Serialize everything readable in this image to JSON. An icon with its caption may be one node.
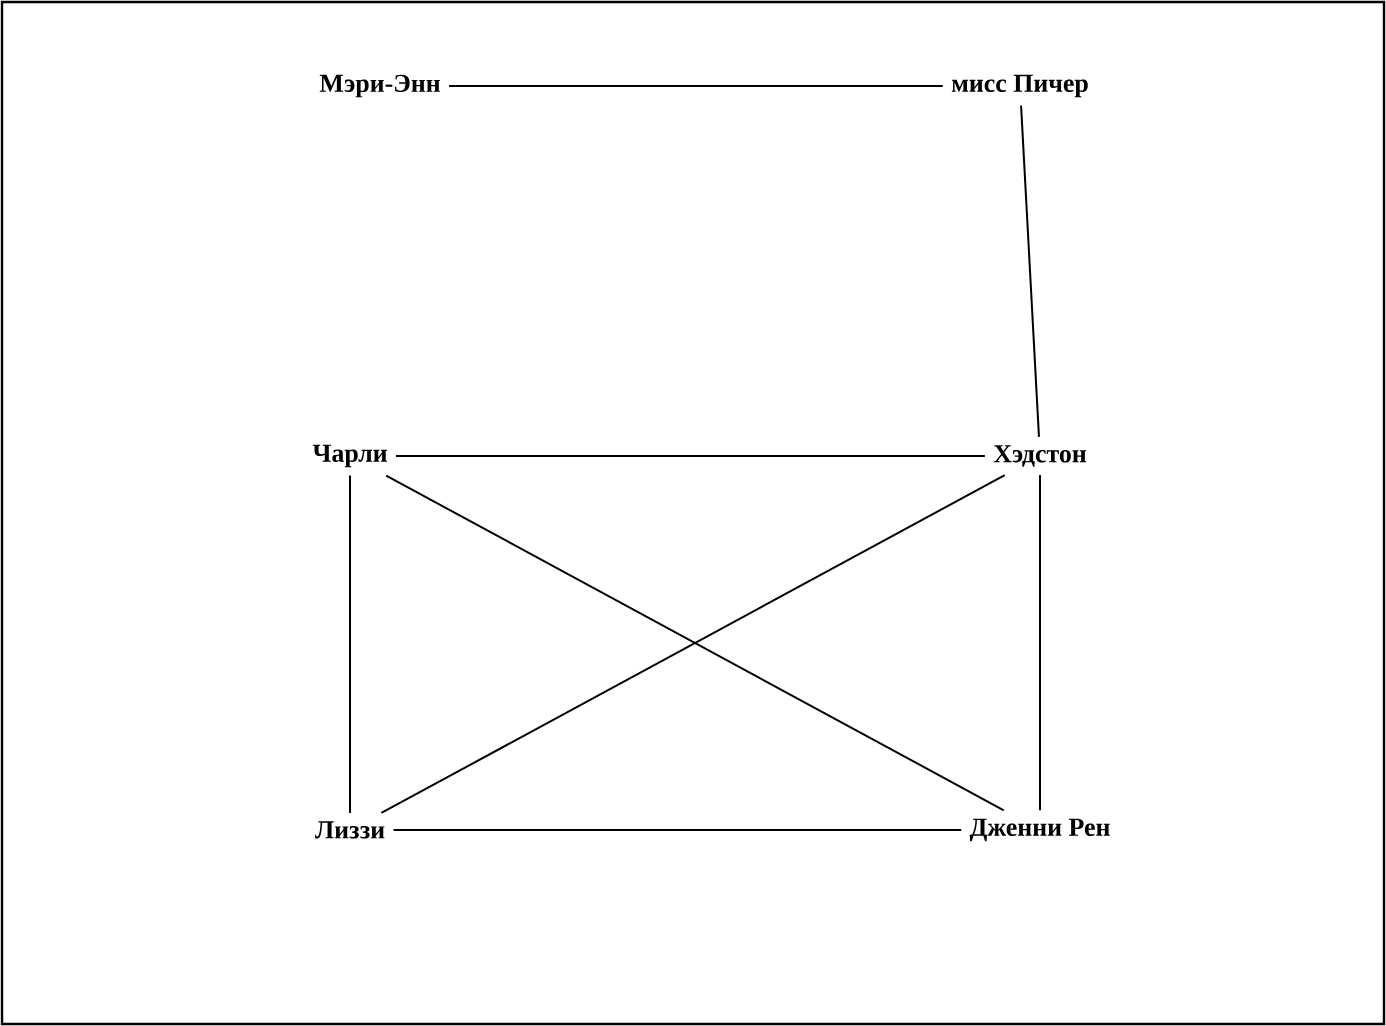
{
  "diagram": {
    "nodes": [
      {
        "text": [
          "Мэри-Энн"
        ]
      },
      {
        "text": [
          "мисс Пичер"
        ]
      },
      {
        "text": [
          "Чарли"
        ]
      },
      {
        "text": [
          "Хэдстон"
        ]
      },
      {
        "text": [
          "Лиззи"
        ]
      },
      {
        "text": [
          "Дженни Рен"
        ]
      }
    ],
    "edges": [
      {
        "from": 0,
        "to": 1,
        "arrow": "none"
      },
      {
        "from": 1,
        "to": 3,
        "arrow": "none"
      },
      {
        "from": 2,
        "to": 3,
        "arrow": "none"
      },
      {
        "from": 2,
        "to": 4,
        "arrow": "none"
      },
      {
        "from": 2,
        "to": 5,
        "arrow": "none"
      },
      {
        "from": 3,
        "to": 4,
        "arrow": "none"
      },
      {
        "from": 3,
        "to": 5,
        "arrow": "none"
      },
      {
        "from": 4,
        "to": 5,
        "arrow": "none"
      }
    ]
  }
}
